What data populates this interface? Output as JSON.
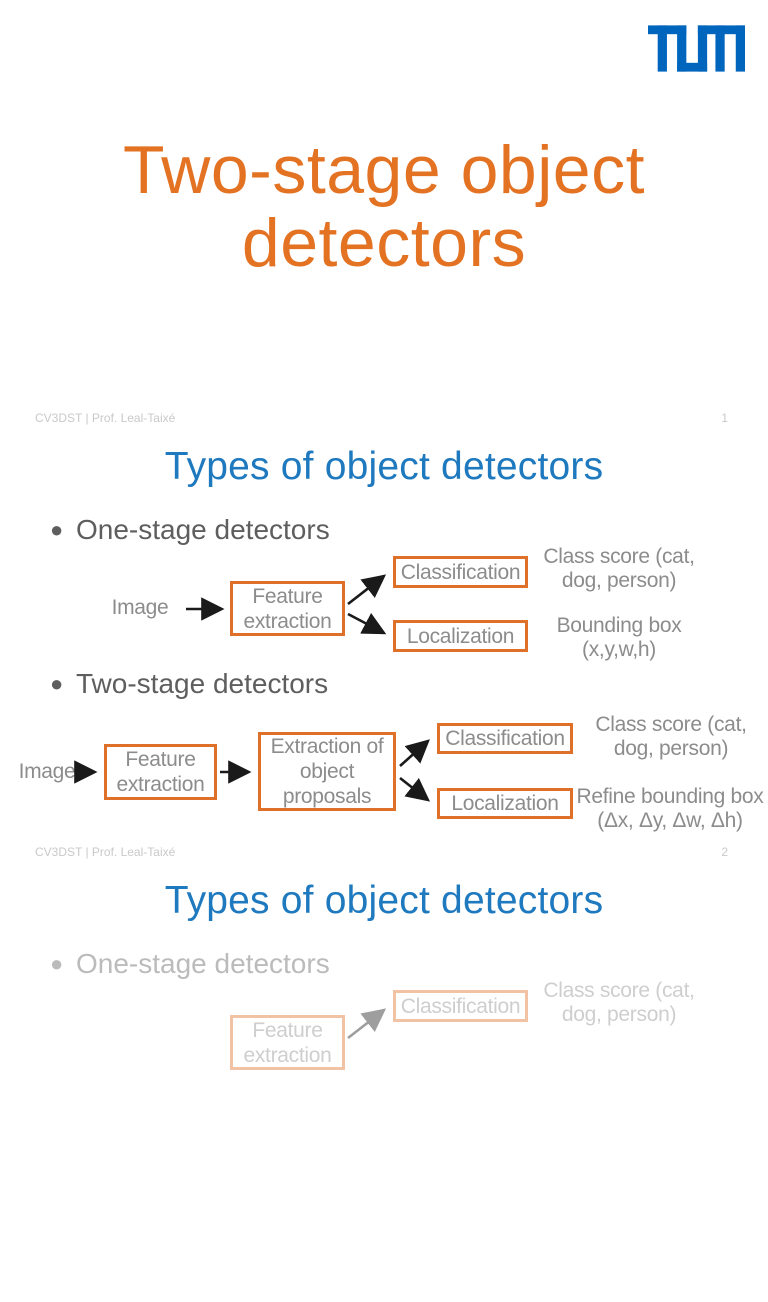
{
  "document": {
    "footer_text": "CV3DST | Prof. Leal-Taixé"
  },
  "logo": {
    "name": "TUM",
    "color": "#0065BD"
  },
  "colors": {
    "title_orange": "#E37222",
    "title_blue": "#1E79BE",
    "box_border_orange": "#DE7029",
    "bullet_gray": "#5E5E5E",
    "diagram_gray": "#8C8C8C",
    "footer_gray": "#C9C9C9",
    "arrow_black": "#1A1A1A"
  },
  "slide1": {
    "page_number": "1",
    "title_line1": "Two-stage object",
    "title_line2": "detectors"
  },
  "slide2": {
    "page_number": "2",
    "title": "Types of object detectors",
    "bullet_one_stage": "One-stage detectors",
    "bullet_two_stage": "Two-stage detectors",
    "one_stage": {
      "image": "Image",
      "feature": "Feature extraction",
      "classification": "Classification",
      "localization": "Localization",
      "class_score_line1": "Class score (cat,",
      "class_score_line2": "dog, person)",
      "bounding_line1": "Bounding box",
      "bounding_line2": "(x,y,w,h)"
    },
    "two_stage": {
      "image": "Image",
      "feature": "Feature extraction",
      "proposals": "Extraction of object proposals",
      "classification": "Classification",
      "localization": "Localization",
      "class_score_line1": "Class score (cat,",
      "class_score_line2": "dog, person)",
      "refine_line1": "Refine bounding box",
      "refine_line2": "(Δx, Δy, Δw, Δh)"
    }
  },
  "slide3": {
    "title": "Types of object detectors",
    "bullet_one_stage": "One-stage detectors",
    "one_stage": {
      "feature": "Feature extraction",
      "classification": "Classification",
      "class_score_line1": "Class score (cat,",
      "class_score_line2": "dog, person)"
    }
  }
}
